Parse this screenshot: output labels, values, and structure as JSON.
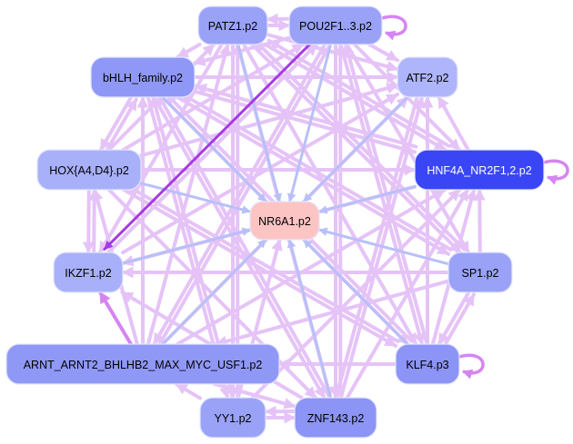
{
  "graph": {
    "type": "directed-network",
    "center_node": "NR6A1",
    "nodes": [
      {
        "id": "PATZ1",
        "label": "PATZ1.p2",
        "fill": "#9aa2f8",
        "text_color": "#000000"
      },
      {
        "id": "POU2F1",
        "label": "POU2F1..3.p2",
        "fill": "#9aa2f8",
        "text_color": "#000000"
      },
      {
        "id": "bHLH",
        "label": "bHLH_family.p2",
        "fill": "#8f98f6",
        "text_color": "#000000"
      },
      {
        "id": "ATF2",
        "label": "ATF2.p2",
        "fill": "#aeb5fa",
        "text_color": "#000000"
      },
      {
        "id": "HOX",
        "label": "HOX{A4,D4}.p2",
        "fill": "#a9b0fa",
        "text_color": "#000000"
      },
      {
        "id": "HNF4A",
        "label": "HNF4A_NR2F1,2.p2",
        "fill": "#3a46f5",
        "text_color": "#ffffff"
      },
      {
        "id": "NR6A1",
        "label": "NR6A1.p2",
        "fill": "#fdc4c4",
        "text_color": "#000000"
      },
      {
        "id": "IKZF1",
        "label": "IKZF1.p2",
        "fill": "#a9b0fa",
        "text_color": "#000000"
      },
      {
        "id": "SP1",
        "label": "SP1.p2",
        "fill": "#9aa2f8",
        "text_color": "#000000"
      },
      {
        "id": "ARNT",
        "label": "ARNT_ARNT2_BHLHB2_MAX_MYC_USF1.p2",
        "fill": "#9098f6",
        "text_color": "#000000"
      },
      {
        "id": "KLF4",
        "label": "KLF4.p3",
        "fill": "#8c94f5",
        "text_color": "#000000"
      },
      {
        "id": "YY1",
        "label": "YY1.p2",
        "fill": "#9aa2f8",
        "text_color": "#000000"
      },
      {
        "id": "ZNF143",
        "label": "ZNF143.p2",
        "fill": "#8c94f5",
        "text_color": "#000000"
      }
    ],
    "edge_colors": {
      "pink": "#e5c3f7",
      "blue": "#b8c0f8",
      "violet": "#a63ae6",
      "selfloop": "#d585f2"
    },
    "edges": [
      {
        "source": "PATZ1",
        "target": "NR6A1",
        "color": "blue"
      },
      {
        "source": "POU2F1",
        "target": "NR6A1",
        "color": "blue"
      },
      {
        "source": "bHLH",
        "target": "NR6A1",
        "color": "blue"
      },
      {
        "source": "ATF2",
        "target": "NR6A1",
        "color": "blue"
      },
      {
        "source": "HOX",
        "target": "NR6A1",
        "color": "blue"
      },
      {
        "source": "HNF4A",
        "target": "NR6A1",
        "color": "blue"
      },
      {
        "source": "IKZF1",
        "target": "NR6A1",
        "color": "blue"
      },
      {
        "source": "SP1",
        "target": "NR6A1",
        "color": "blue"
      },
      {
        "source": "ARNT",
        "target": "NR6A1",
        "color": "blue"
      },
      {
        "source": "KLF4",
        "target": "NR6A1",
        "color": "blue"
      },
      {
        "source": "ZNF143",
        "target": "NR6A1",
        "color": "blue"
      },
      {
        "source": "YY1",
        "target": "NR6A1",
        "color": "pink"
      },
      {
        "source": "POU2F1",
        "target": "IKZF1",
        "color": "violet"
      },
      {
        "source": "ARNT",
        "target": "IKZF1",
        "color": "selfloop"
      },
      {
        "source": "PATZ1",
        "target": "POU2F1",
        "color": "pink"
      },
      {
        "source": "POU2F1",
        "target": "PATZ1",
        "color": "pink"
      },
      {
        "source": "PATZ1",
        "target": "bHLH",
        "color": "pink"
      },
      {
        "source": "PATZ1",
        "target": "ATF2",
        "color": "pink"
      },
      {
        "source": "PATZ1",
        "target": "HNF4A",
        "color": "pink"
      },
      {
        "source": "PATZ1",
        "target": "SP1",
        "color": "pink"
      },
      {
        "source": "PATZ1",
        "target": "KLF4",
        "color": "pink"
      },
      {
        "source": "PATZ1",
        "target": "ZNF143",
        "color": "pink"
      },
      {
        "source": "PATZ1",
        "target": "YY1",
        "color": "pink"
      },
      {
        "source": "PATZ1",
        "target": "IKZF1",
        "color": "pink"
      },
      {
        "source": "POU2F1",
        "target": "ATF2",
        "color": "pink"
      },
      {
        "source": "POU2F1",
        "target": "HNF4A",
        "color": "pink"
      },
      {
        "source": "POU2F1",
        "target": "SP1",
        "color": "pink"
      },
      {
        "source": "POU2F1",
        "target": "KLF4",
        "color": "pink"
      },
      {
        "source": "POU2F1",
        "target": "ZNF143",
        "color": "pink"
      },
      {
        "source": "POU2F1",
        "target": "ARNT",
        "color": "pink"
      },
      {
        "source": "POU2F1",
        "target": "bHLH",
        "color": "pink"
      },
      {
        "source": "bHLH",
        "target": "ATF2",
        "color": "pink"
      },
      {
        "source": "bHLH",
        "target": "HNF4A",
        "color": "pink"
      },
      {
        "source": "bHLH",
        "target": "SP1",
        "color": "pink"
      },
      {
        "source": "bHLH",
        "target": "KLF4",
        "color": "pink"
      },
      {
        "source": "bHLH",
        "target": "ZNF143",
        "color": "pink"
      },
      {
        "source": "bHLH",
        "target": "HOX",
        "color": "pink"
      },
      {
        "source": "HOX",
        "target": "bHLH",
        "color": "pink"
      },
      {
        "source": "bHLH",
        "target": "YY1",
        "color": "pink"
      },
      {
        "source": "HOX",
        "target": "HNF4A",
        "color": "pink"
      },
      {
        "source": "HOX",
        "target": "ATF2",
        "color": "pink"
      },
      {
        "source": "HOX",
        "target": "IKZF1",
        "color": "pink"
      },
      {
        "source": "HOX",
        "target": "PATZ1",
        "color": "pink"
      },
      {
        "source": "HOX",
        "target": "POU2F1",
        "color": "pink"
      },
      {
        "source": "HOX",
        "target": "KLF4",
        "color": "pink"
      },
      {
        "source": "HOX",
        "target": "ZNF143",
        "color": "pink"
      },
      {
        "source": "IKZF1",
        "target": "HOX",
        "color": "pink"
      },
      {
        "source": "SP1",
        "target": "IKZF1",
        "color": "pink"
      },
      {
        "source": "SP1",
        "target": "HNF4A",
        "color": "pink"
      },
      {
        "source": "SP1",
        "target": "KLF4",
        "color": "pink"
      },
      {
        "source": "KLF4",
        "target": "SP1",
        "color": "pink"
      },
      {
        "source": "SP1",
        "target": "ARNT",
        "color": "pink"
      },
      {
        "source": "SP1",
        "target": "bHLH",
        "color": "pink"
      },
      {
        "source": "SP1",
        "target": "PATZ1",
        "color": "pink"
      },
      {
        "source": "KLF4",
        "target": "ARNT",
        "color": "pink"
      },
      {
        "source": "KLF4",
        "target": "ATF2",
        "color": "pink"
      },
      {
        "source": "KLF4",
        "target": "HNF4A",
        "color": "pink"
      },
      {
        "source": "KLF4",
        "target": "HOX",
        "color": "pink"
      },
      {
        "source": "KLF4",
        "target": "POU2F1",
        "color": "pink"
      },
      {
        "source": "KLF4",
        "target": "bHLH",
        "color": "pink"
      },
      {
        "source": "ARNT",
        "target": "PATZ1",
        "color": "pink"
      },
      {
        "source": "ARNT",
        "target": "bHLH",
        "color": "pink"
      },
      {
        "source": "ARNT",
        "target": "POU2F1",
        "color": "pink"
      },
      {
        "source": "ARNT",
        "target": "HOX",
        "color": "pink"
      },
      {
        "source": "ARNT",
        "target": "ATF2",
        "color": "pink"
      },
      {
        "source": "ARNT",
        "target": "HNF4A",
        "color": "pink"
      },
      {
        "source": "ARNT",
        "target": "ZNF143",
        "color": "pink"
      },
      {
        "source": "YY1",
        "target": "ZNF143",
        "color": "pink"
      },
      {
        "source": "ZNF143",
        "target": "YY1",
        "color": "pink"
      },
      {
        "source": "YY1",
        "target": "ARNT",
        "color": "pink"
      },
      {
        "source": "YY1",
        "target": "bHLH",
        "color": "pink"
      },
      {
        "source": "YY1",
        "target": "HNF4A",
        "color": "pink"
      },
      {
        "source": "YY1",
        "target": "PATZ1",
        "color": "pink"
      },
      {
        "source": "ZNF143",
        "target": "HNF4A",
        "color": "pink"
      },
      {
        "source": "ZNF143",
        "target": "ATF2",
        "color": "pink"
      },
      {
        "source": "ZNF143",
        "target": "POU2F1",
        "color": "pink"
      },
      {
        "source": "ZNF143",
        "target": "IKZF1",
        "color": "pink"
      },
      {
        "source": "ZNF143",
        "target": "bHLH",
        "color": "pink"
      },
      {
        "source": "HNF4A",
        "target": "ATF2",
        "color": "pink"
      },
      {
        "source": "HNF4A",
        "target": "IKZF1",
        "color": "pink"
      },
      {
        "source": "HNF4A",
        "target": "bHLH",
        "color": "pink"
      },
      {
        "source": "HNF4A",
        "target": "PATZ1",
        "color": "pink"
      },
      {
        "source": "IKZF1",
        "target": "POU2F1",
        "color": "pink"
      },
      {
        "source": "IKZF1",
        "target": "ATF2",
        "color": "pink"
      },
      {
        "source": "ATF2",
        "target": "ZNF143",
        "color": "pink"
      }
    ],
    "self_loops": [
      "POU2F1",
      "HNF4A",
      "KLF4"
    ]
  }
}
